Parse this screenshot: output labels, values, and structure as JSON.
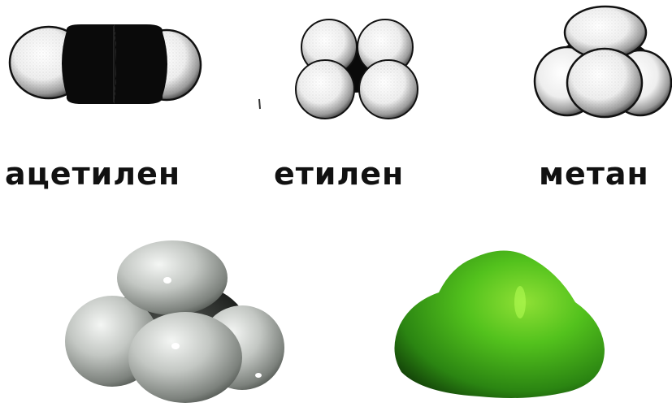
{
  "labels": {
    "acetylene": "ацетилен",
    "ethylene": "етилен",
    "methane": "метан"
  },
  "colors": {
    "carbon_black": "#0a0a0a",
    "hydrogen_white": "#f2f2f2",
    "model_grey": "#c9ccc9",
    "model_dark": "#2e302e",
    "surface_green": "#3fae1c"
  }
}
